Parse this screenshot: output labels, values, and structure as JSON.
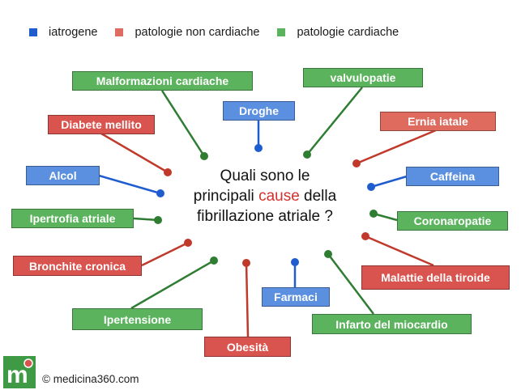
{
  "legend": {
    "iatrogenic": {
      "label": "iatrogene",
      "color": "#1f5ccf"
    },
    "non_cardiac": {
      "label": "patologie non cardiache",
      "color": "#d9534f"
    },
    "cardiac": {
      "label": "patologie cardiache",
      "color": "#4ea24f"
    }
  },
  "title": {
    "line1": "Quali sono le",
    "line2_before": "principali ",
    "line2_highlight": "cause",
    "line2_after": " della",
    "line3": "fibrillazione atriale ?"
  },
  "causes": {
    "malformazioni": "Malformazioni cardiache",
    "valvulopatie": "valvulopatie",
    "droghe": "Droghe",
    "diabete": "Diabete mellito",
    "ernia": "Ernia iatale",
    "alcol": "Alcol",
    "caffeina": "Caffeina",
    "ipertrofia": "Ipertrofia atriale",
    "coronaropatie": "Coronaropatie",
    "bronchite": "Bronchite cronica",
    "tiroide": "Malattie della tiroide",
    "farmaci": "Farmaci",
    "ipertensione": "Ipertensione",
    "infarto": "Infarto del miocardio",
    "obesita": "Obesità"
  },
  "footer": {
    "copyright": "© medicina360.com"
  }
}
